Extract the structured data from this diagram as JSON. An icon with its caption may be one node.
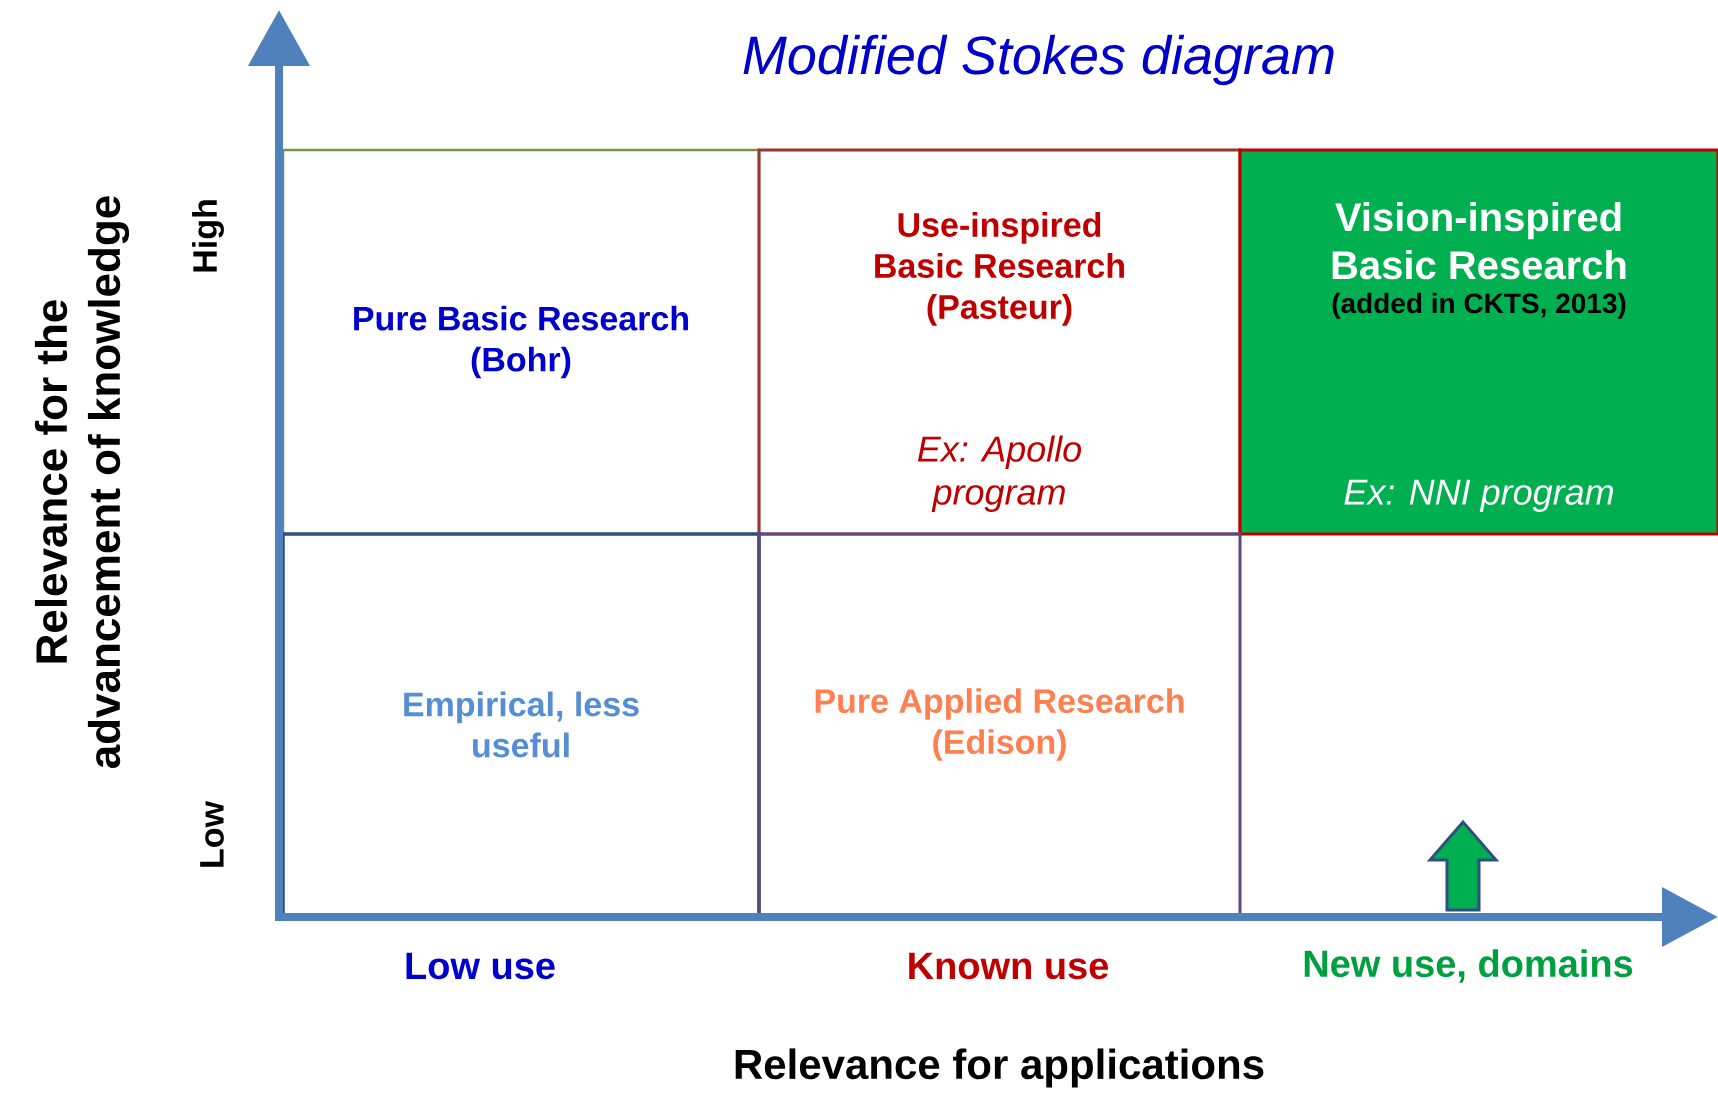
{
  "diagram": {
    "title": "Modified Stokes diagram",
    "nodes": [
      {
        "text": [
          "Pure Basic Research (Bohr)"
        ]
      },
      {
        "text": [
          "Use-inspired Basic Research (Pasteur)",
          "Ex: Apollo program"
        ]
      },
      {
        "text": [
          "Vision-inspired Basic Research",
          "(added in CKTS, 2013)",
          "Ex: NNI program"
        ]
      },
      {
        "text": [
          "Empirical, less useful"
        ]
      },
      {
        "text": [
          "Pure Applied Research (Edison)"
        ]
      }
    ],
    "labels": [
      "High",
      "Low",
      "Relevance for the advancement of knowledge",
      "Low use",
      "Known use",
      "New use, domains",
      "Relevance for applications"
    ]
  }
}
